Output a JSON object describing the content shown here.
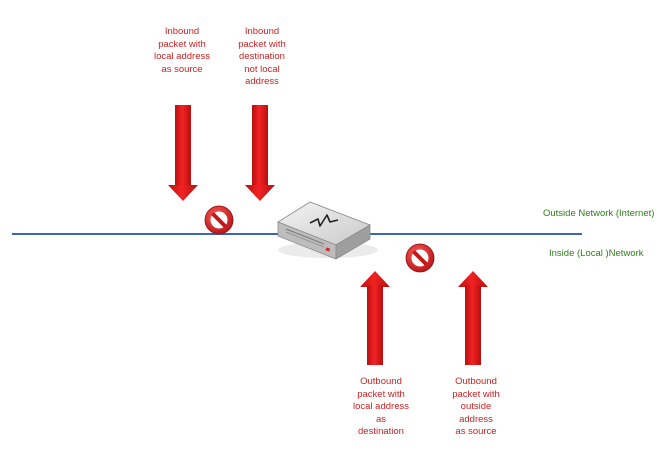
{
  "labels": {
    "inbound_local_source": "Inbound\npacket with\nlocal address\nas source",
    "inbound_dest_not_local": "Inbound\npacket with\ndestination\nnot local\naddress",
    "outbound_local_dest": "Outbound\npacket with\nlocal address\nas\ndestination",
    "outbound_outside_source": "Outbound\npacket with\noutside\naddress\nas source"
  },
  "networks": {
    "outside": "Outside Network (Internet)",
    "inside": "Inside (Local )Network"
  },
  "colors": {
    "label_red": "#cc2222",
    "network_green": "#2e7d1a",
    "line_blue": "#3a66b0",
    "arrow_red": "#e8191b",
    "block_red": "#d42a2a"
  },
  "icons": {
    "device": "router-icon",
    "blocked": "no-entry-icon",
    "arrow": "arrow-icon"
  }
}
